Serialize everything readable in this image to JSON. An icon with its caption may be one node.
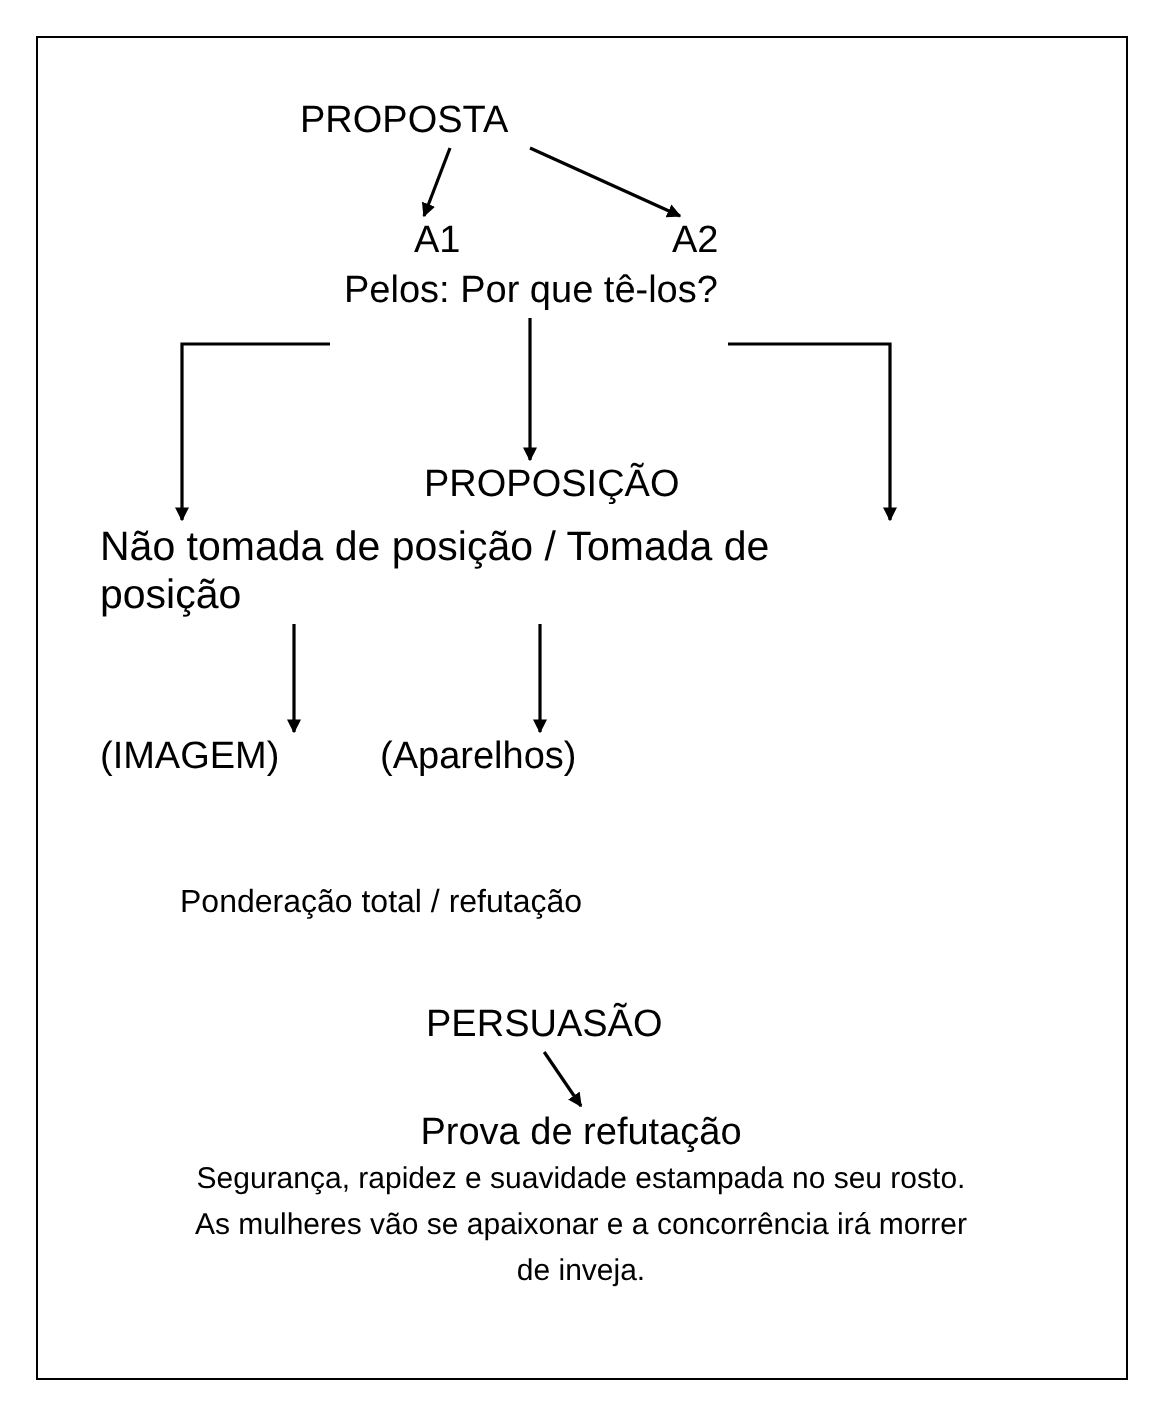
{
  "diagram": {
    "nodes": [
      {
        "text": [
          "PROPOSTA"
        ]
      },
      {
        "text": [
          "A1"
        ]
      },
      {
        "text": [
          "A2"
        ]
      },
      {
        "text": [
          "Pelos: Por que tê-los?"
        ]
      },
      {
        "text": [
          "PROPOSIÇÃO"
        ]
      },
      {
        "text": [
          "Não tomada de posição /  Tomada de posição"
        ]
      },
      {
        "text": [
          "(IMAGEM)"
        ]
      },
      {
        "text": [
          "(Aparelhos)"
        ]
      },
      {
        "text": [
          "PERSUASÃO"
        ]
      },
      {
        "text": [
          "Prova de refutação",
          "Segurança, rapidez e suavidade estampada no seu rosto. As mulheres vão se apaixonar e a concorrência irá morrer de inveja."
        ]
      }
    ],
    "edges": [
      {
        "from": 0,
        "to": 1,
        "arrow": "to"
      },
      {
        "from": 0,
        "to": 2,
        "arrow": "to"
      },
      {
        "from": 3,
        "to": 4,
        "arrow": "to"
      },
      {
        "from": 3,
        "to": 5,
        "arrow": "to"
      },
      {
        "from": 3,
        "to": 5,
        "arrow": "to"
      },
      {
        "from": 5,
        "to": 6,
        "arrow": "to"
      },
      {
        "from": 5,
        "to": 7,
        "arrow": "to"
      },
      {
        "from": 8,
        "to": 9,
        "arrow": "to"
      }
    ],
    "labels": [
      "Ponderação total / refutação"
    ]
  }
}
